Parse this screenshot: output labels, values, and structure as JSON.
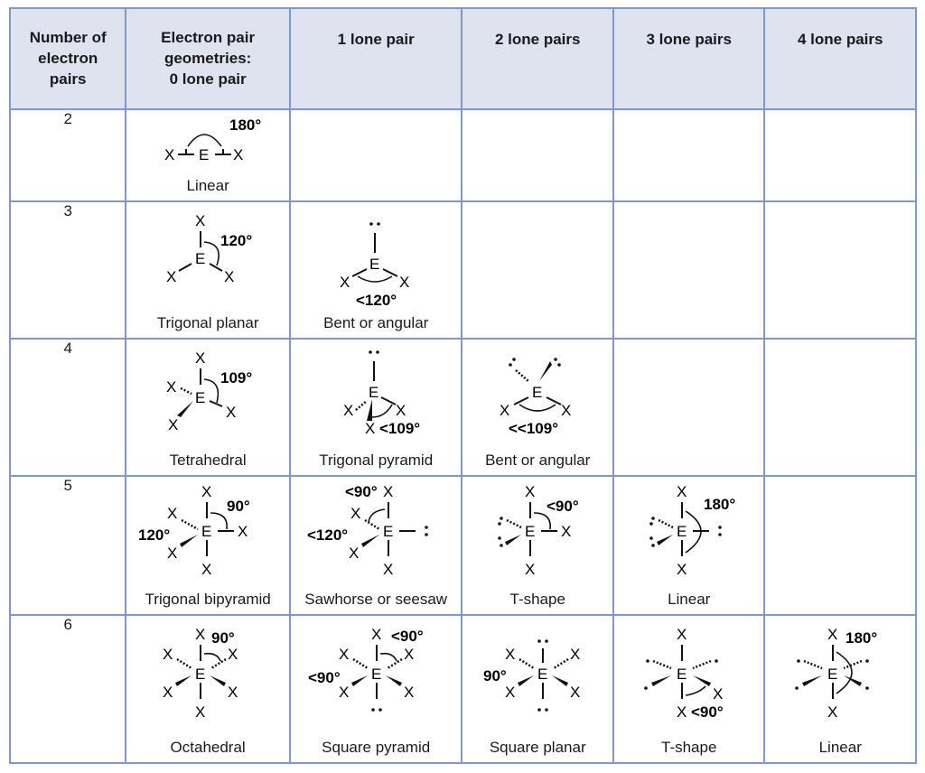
{
  "header": {
    "col0": [
      "Number of",
      "electron",
      "pairs"
    ],
    "col1": [
      "Electron pair",
      "geometries:",
      "0 lone pair"
    ],
    "col2": "1 lone pair",
    "col3": "2 lone pairs",
    "col4": "3 lone pairs",
    "col5": "4 lone pairs"
  },
  "colors": {
    "border": "#7f98c9",
    "header_bg": "#dfe3f0",
    "text": "#1a1a1a"
  },
  "rows": [
    {
      "n": "2",
      "cells": [
        {
          "name": "Linear",
          "angle": "180°"
        }
      ]
    },
    {
      "n": "3",
      "cells": [
        {
          "name": "Trigonal planar",
          "angle": "120°"
        },
        {
          "name": "Bent or angular",
          "angle": "<120°"
        }
      ]
    },
    {
      "n": "4",
      "cells": [
        {
          "name": "Tetrahedral",
          "angle": "109°"
        },
        {
          "name": "Trigonal pyramid",
          "angle": "<109°"
        },
        {
          "name": "Bent or angular",
          "angle": "<<109°"
        }
      ]
    },
    {
      "n": "5",
      "cells": [
        {
          "name": "Trigonal bipyramid",
          "angle": "90°",
          "angle2": "120°"
        },
        {
          "name": "Sawhorse or seesaw",
          "angle": "<90°",
          "angle2": "<120°"
        },
        {
          "name": "T-shape",
          "angle": "<90°"
        },
        {
          "name": "Linear",
          "angle": "180°"
        }
      ]
    },
    {
      "n": "6",
      "cells": [
        {
          "name": "Octahedral",
          "angle": "90°"
        },
        {
          "name": "Square pyramid",
          "angle": "<90°",
          "angle2": "<90°"
        },
        {
          "name": "Square planar",
          "angle": "90°"
        },
        {
          "name": "T-shape",
          "angle": "<90°"
        },
        {
          "name": "Linear",
          "angle": "180°"
        }
      ]
    }
  ],
  "symbols": {
    "central": "E",
    "ligand": "X"
  }
}
